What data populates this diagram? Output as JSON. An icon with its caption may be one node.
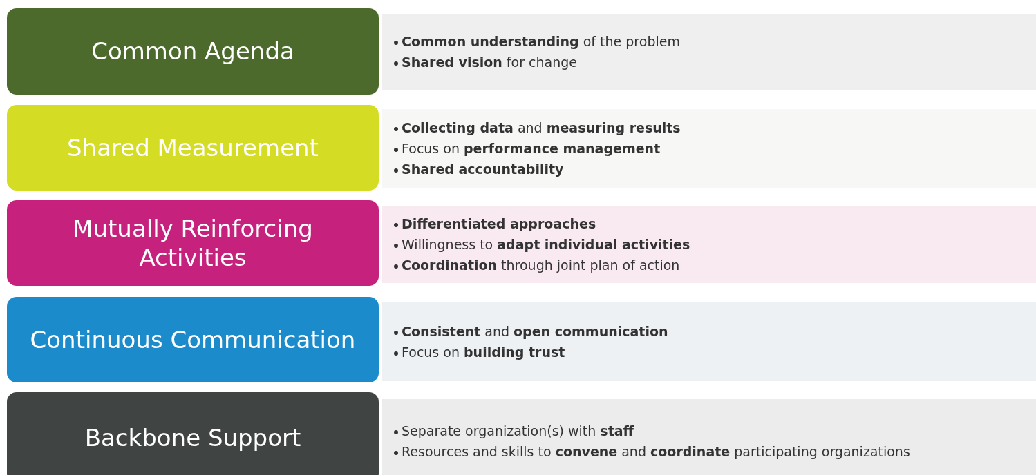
{
  "diagram": {
    "nodes": [
      {
        "text": [
          "Common Agenda"
        ]
      },
      {
        "text": [
          "**Common understanding** of the problem",
          "**Shared vision** for change"
        ]
      },
      {
        "text": [
          "Shared Measurement"
        ]
      },
      {
        "text": [
          "**Collecting data** and **measuring results**",
          "Focus on **performance management**",
          "**Shared accountability**"
        ]
      },
      {
        "text": [
          "Mutually Reinforcing Activities"
        ]
      },
      {
        "text": [
          "**Differentiated approaches**",
          "Willingness to **adapt individual activities**",
          "**Coordination** through joint plan of action"
        ]
      },
      {
        "text": [
          "Continuous Communication"
        ]
      },
      {
        "text": [
          "**Consistent** and **open communication**",
          "Focus on **building trust**"
        ]
      },
      {
        "text": [
          "Backbone Support"
        ]
      },
      {
        "text": [
          "Separate organization(s) with **staff**",
          "Resources and skills to **convene** and **coordinate** participating organizations"
        ]
      }
    ]
  }
}
